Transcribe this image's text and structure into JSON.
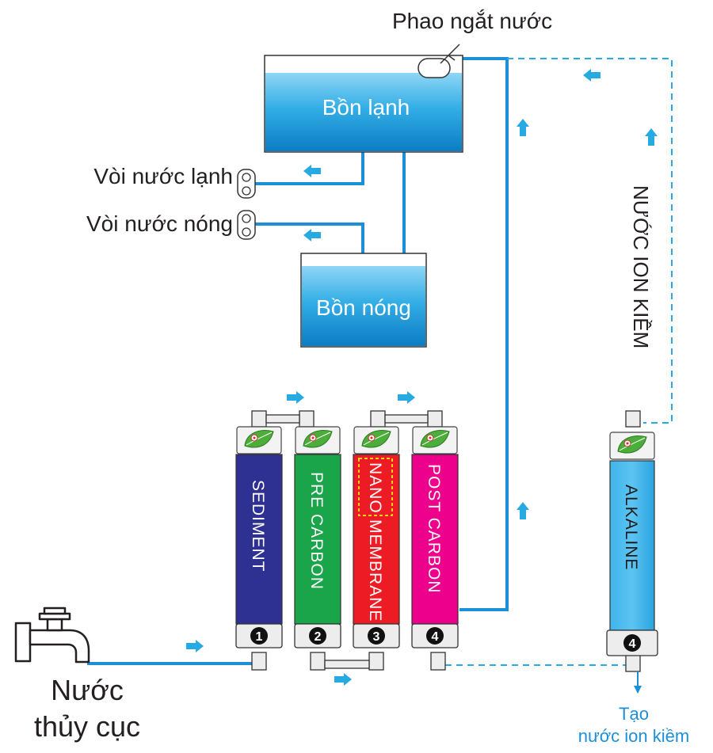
{
  "labels": {
    "float_valve": "Phao ngắt nước",
    "cold_tank": "Bồn lạnh",
    "hot_tank": "Bồn nóng",
    "cold_tap": "Vòi nước lạnh",
    "hot_tap": "Vòi nước nóng",
    "alkaline_water_vertical": "NƯỚC ION KIỀM",
    "tap_water_line1": "Nước",
    "tap_water_line2": "thủy cục",
    "output_line1": "Tạo",
    "output_line2": "nước ion kiềm"
  },
  "filters": [
    {
      "name": "SEDIMENT",
      "number": "1",
      "color": "#2e3192"
    },
    {
      "name": "PRE CARBON",
      "number": "2",
      "color": "#1aa54a"
    },
    {
      "name_part1": "NANO",
      "name_part2": "MEMBRANE",
      "number": "3",
      "color": "#ed1c24"
    },
    {
      "name": "POST CARBON",
      "number": "4",
      "color": "#ec008c"
    }
  ],
  "alkaline_filter": {
    "name": "ALKALINE",
    "number": "4",
    "color": "#29abe2"
  },
  "colors": {
    "pipe": "#1b8fd8",
    "arrow": "#27aae1",
    "text": "#231f20",
    "output_text": "#1b8fd8"
  }
}
